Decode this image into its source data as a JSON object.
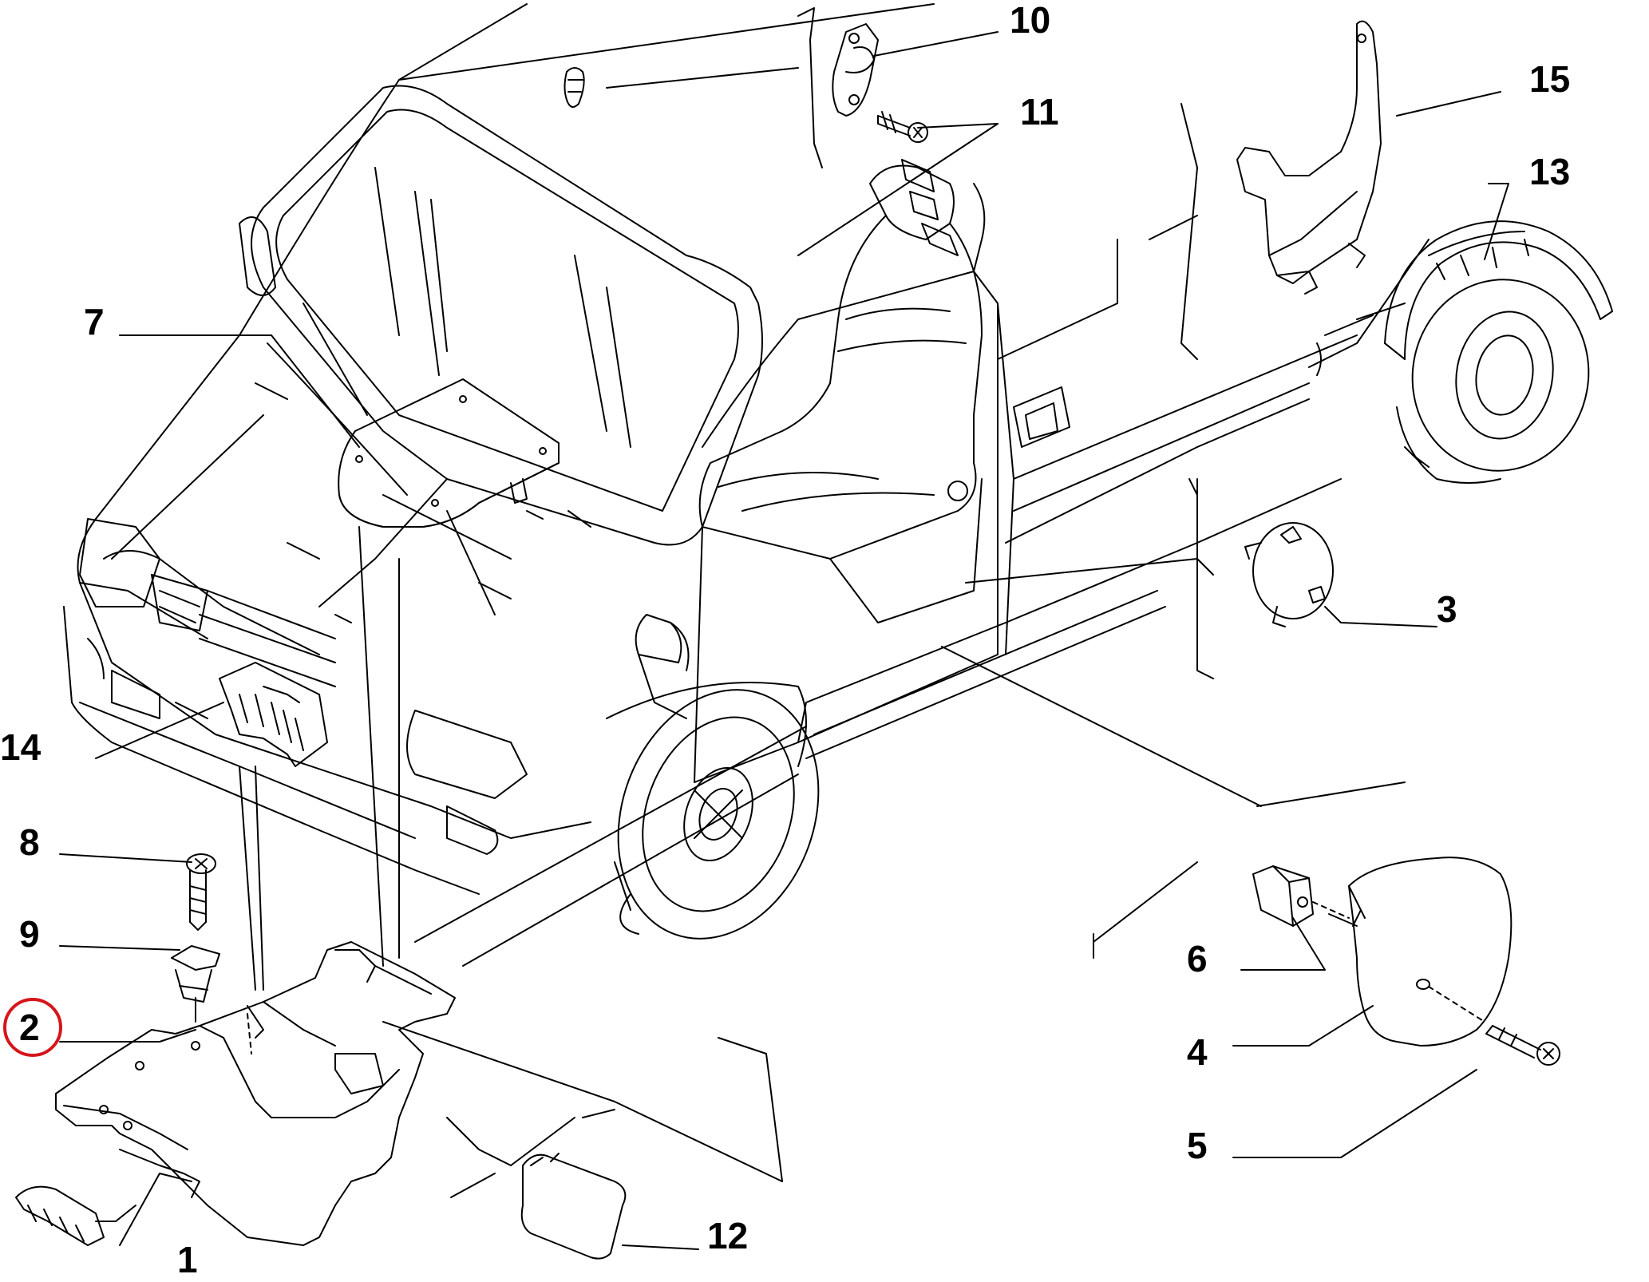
{
  "diagram": {
    "subject": "exploded parts diagram of light commercial van cab interior trims and wheel arch liners",
    "highlight_color": "#d6151b",
    "line_color": "#000000"
  },
  "callouts": {
    "c1": "1",
    "c2": "2",
    "c3": "3",
    "c4": "4",
    "c5": "5",
    "c6": "6",
    "c7": "7",
    "c8": "8",
    "c9": "9",
    "c10": "10",
    "c11": "11",
    "c12": "12",
    "c13": "13",
    "c14": "14",
    "c15": "15"
  },
  "highlighted_callout": "2"
}
